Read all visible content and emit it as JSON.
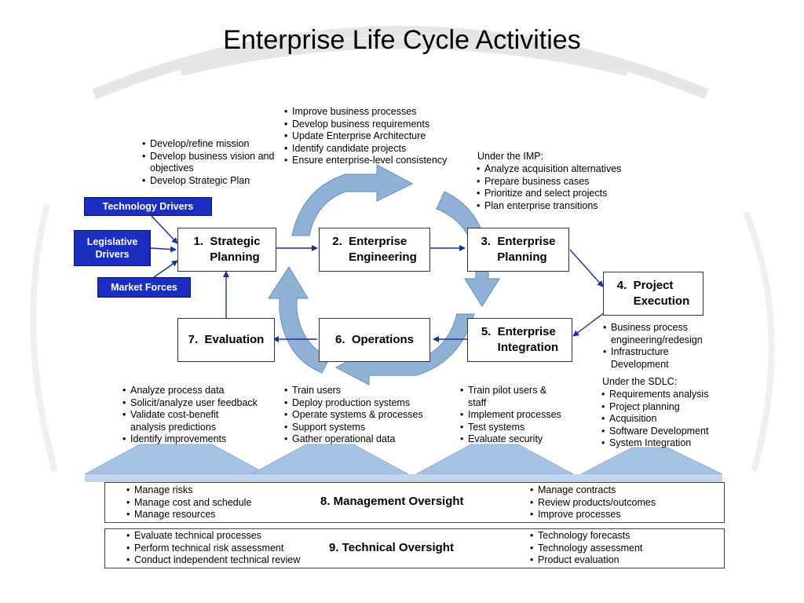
{
  "title": "Enterprise Life Cycle Activities",
  "drivers": {
    "technology": "Technology  Drivers",
    "legislative": "Legislative\nDrivers",
    "market": "Market Forces"
  },
  "boxes": {
    "strategic": "1.  Strategic\n     Planning",
    "engineering": "2.  Enterprise\n     Engineering",
    "planning": "3.  Enterprise\n     Planning",
    "execution": "4.  Project\n     Execution",
    "integration": "5.  Enterprise\n     Integration",
    "operations": "6.  Operations",
    "evaluation": "7.  Evaluation"
  },
  "notes": {
    "strategic": [
      "Develop/refine mission",
      "Develop business vision and objectives",
      "Develop Strategic Plan"
    ],
    "engineering": [
      "Improve business processes",
      "Develop business requirements",
      "Update Enterprise Architecture",
      "Identify candidate projects",
      "Ensure enterprise-level consistency"
    ],
    "planning_header": "Under the IMP:",
    "planning": [
      "Analyze acquisition alternatives",
      "Prepare business cases",
      "Prioritize and select projects",
      "Plan enterprise transitions"
    ],
    "execution": [
      "Business process engineering/redesign",
      "Infrastructure Development"
    ],
    "sdlc_header": "Under the SDLC:",
    "sdlc": [
      "Requirements analysis",
      "Project planning",
      "Acquisition",
      "Software Development",
      "System Integration"
    ],
    "evaluation": [
      "Analyze process data",
      "Solicit/analyze user feedback",
      "Validate cost-benefit analysis predictions",
      "Identify improvements"
    ],
    "operations": [
      "Train users",
      "Deploy production systems",
      "Operate systems & processes",
      "Support systems",
      "Gather operational data"
    ],
    "integration": [
      "Train pilot users & staff",
      "Implement processes",
      "Test systems",
      "Evaluate security"
    ]
  },
  "management": {
    "title": "8.  Management Oversight",
    "left": [
      "Manage risks",
      "Manage cost and schedule",
      "Manage resources"
    ],
    "right": [
      "Manage contracts",
      "Review products/outcomes",
      "Improve processes"
    ]
  },
  "technical": {
    "title": "9.  Technical Oversight",
    "left": [
      "Evaluate technical processes",
      "Perform technical risk assessment",
      "Conduct independent technical review"
    ],
    "right": [
      "Technology forecasts",
      "Technology assessment",
      "Product evaluation"
    ]
  },
  "colors": {
    "cycle": "#8fb2d6",
    "cycle_edge": "#6f97c2",
    "driver": "#1a2fc0",
    "connector": "#1a2fa0"
  }
}
